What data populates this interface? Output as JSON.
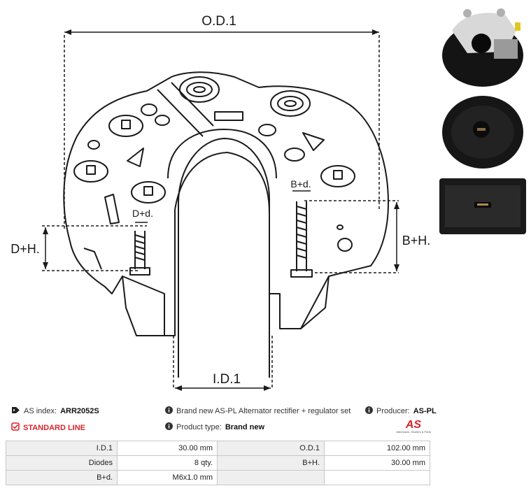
{
  "drawing": {
    "od_label": "O.D.1",
    "id_label": "I.D.1",
    "dh_label": "D+H.",
    "dd_label": "D+d.",
    "bh_label": "B+H.",
    "bd_label": "B+d."
  },
  "info": {
    "as_index_label": "AS index:",
    "as_index_value": "ARR2052S",
    "standard_line": "STANDARD LINE",
    "description": "Brand new AS-PL Alternator rectifier + regulator set",
    "product_type_label": "Product type:",
    "product_type_value": "Brand new",
    "producer_label": "Producer:",
    "producer_value": "AS-PL",
    "logo_text": "AS",
    "logo_tagline": "Alternators, Starters & Parts"
  },
  "specs": [
    {
      "l1": "I.D.1",
      "v1": "30.00 mm",
      "l2": "O.D.1",
      "v2": "102.00 mm"
    },
    {
      "l1": "Diodes",
      "v1": "8 qty.",
      "l2": "B+H.",
      "v2": "30.00 mm"
    },
    {
      "l1": "B+d.",
      "v1": "M6x1.0 mm",
      "l2": "",
      "v2": ""
    }
  ],
  "colors": {
    "accent": "#d9232d",
    "table_label_bg": "#efefef",
    "border": "#c8c8c8"
  }
}
